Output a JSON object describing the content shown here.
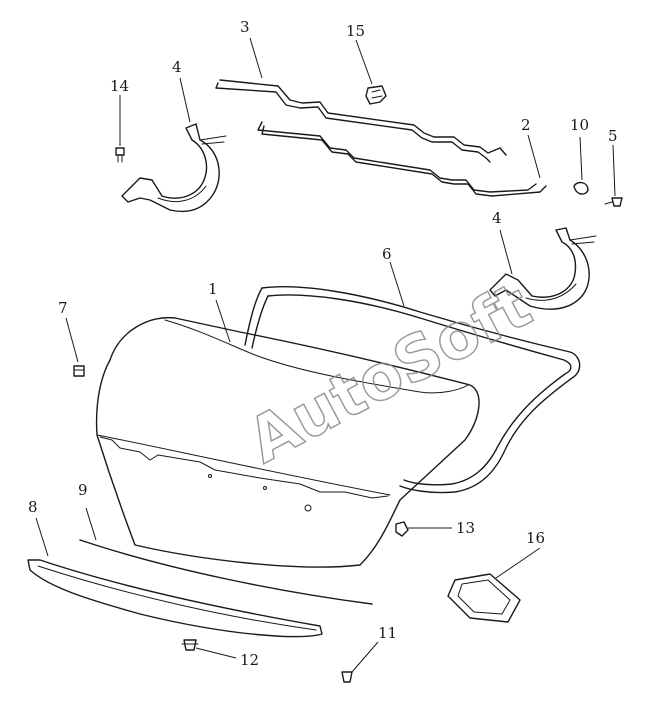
{
  "callouts": {
    "p1": "1",
    "p2": "2",
    "p3": "3",
    "p4a": "4",
    "p4b": "4",
    "p5": "5",
    "p6": "6",
    "p7": "7",
    "p8": "8",
    "p9": "9",
    "p10": "10",
    "p11": "11",
    "p12": "12",
    "p13": "13",
    "p14": "14",
    "p15": "15",
    "p16": "16"
  },
  "watermark": "AutoSoft"
}
